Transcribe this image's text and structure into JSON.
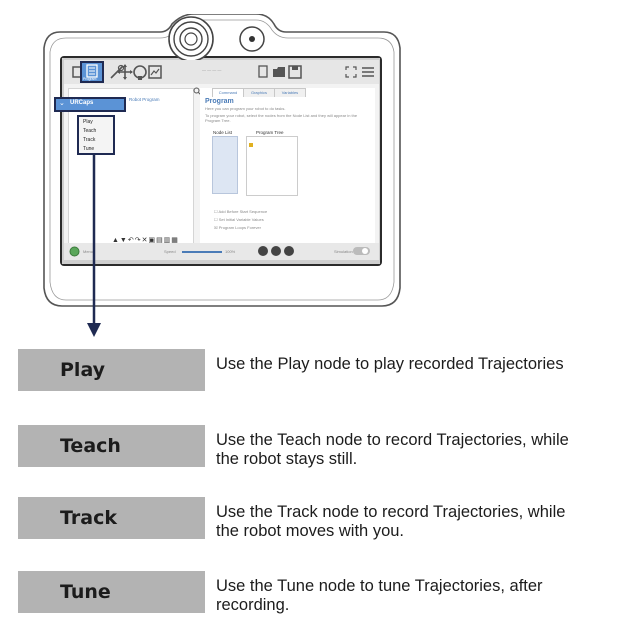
{
  "pendant": {
    "header_program_label": "Program",
    "tabs": [
      "Command",
      "Graphics",
      "Variables"
    ],
    "program_title": "Program",
    "program_desc_1": "Here you can program your robot to do tasks.",
    "program_desc_2": "To program your robot, select the nodes from the Node List and they will appear in the Program Tree.",
    "node_list_label": "Node List",
    "program_tree_label": "Program Tree",
    "tree_item": "Robot Program",
    "checkbox_1": "Add Before Start Sequence",
    "checkbox_2": "Set Initial Variable Values",
    "checkbox_3": "Program Loops Forever",
    "speed_label": "Speed",
    "speed_value": "100%",
    "simulation_label": "Simulation",
    "menu_label": "Menu",
    "urcaps_label": "URCaps",
    "urcaps_items": [
      "Play",
      "Teach",
      "Track",
      "Tune"
    ]
  },
  "nodes": [
    {
      "label": "Play",
      "description": [
        "Use the Play node to play recorded Trajectories"
      ]
    },
    {
      "label": "Teach",
      "description": [
        "Use the Teach node to record Trajectories, while",
        "the robot stays still."
      ]
    },
    {
      "label": "Track",
      "description": [
        "Use the Track node to record Trajectories, while",
        "the robot moves with you."
      ]
    },
    {
      "label": "Tune",
      "description": [
        "Use the Tune node to tune Trajectories, after",
        "recording."
      ]
    }
  ],
  "colors": {
    "accent_blue": "#5b93d6",
    "dark_navy": "#1f2a52",
    "label_gray": "#b3b3b3"
  }
}
